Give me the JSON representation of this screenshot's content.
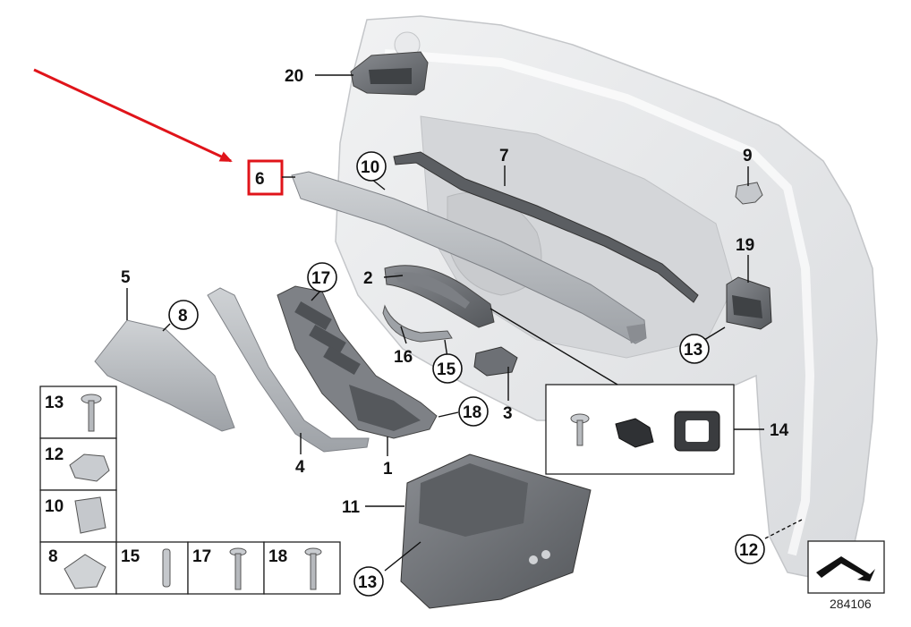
{
  "diagram": {
    "callouts": {
      "c1": "1",
      "c2": "2",
      "c3": "3",
      "c4": "4",
      "c5": "5",
      "c6": "6",
      "c7": "7",
      "c8": "8",
      "c9": "9",
      "c10": "10",
      "c11": "11",
      "c12": "12",
      "c13a": "13",
      "c13b": "13",
      "c14": "14",
      "c15": "15",
      "c16": "16",
      "c17": "17",
      "c18": "18",
      "c19": "19",
      "c20": "20"
    },
    "legend": {
      "r13": "13",
      "r12": "12",
      "r10": "10",
      "r8": "8",
      "r15": "15",
      "r17": "17",
      "r18": "18"
    },
    "reference_number": "284106",
    "colors": {
      "highlight_box": "#e0141a",
      "arrow": "#e0141a",
      "door_panel": "#e6e7e9",
      "trim_part": "#b9bcc0",
      "dark_part": "#6d7075"
    },
    "icons": {
      "arrow": "red-pointer-arrow",
      "symbol": "assembly-symbol-icon"
    }
  }
}
